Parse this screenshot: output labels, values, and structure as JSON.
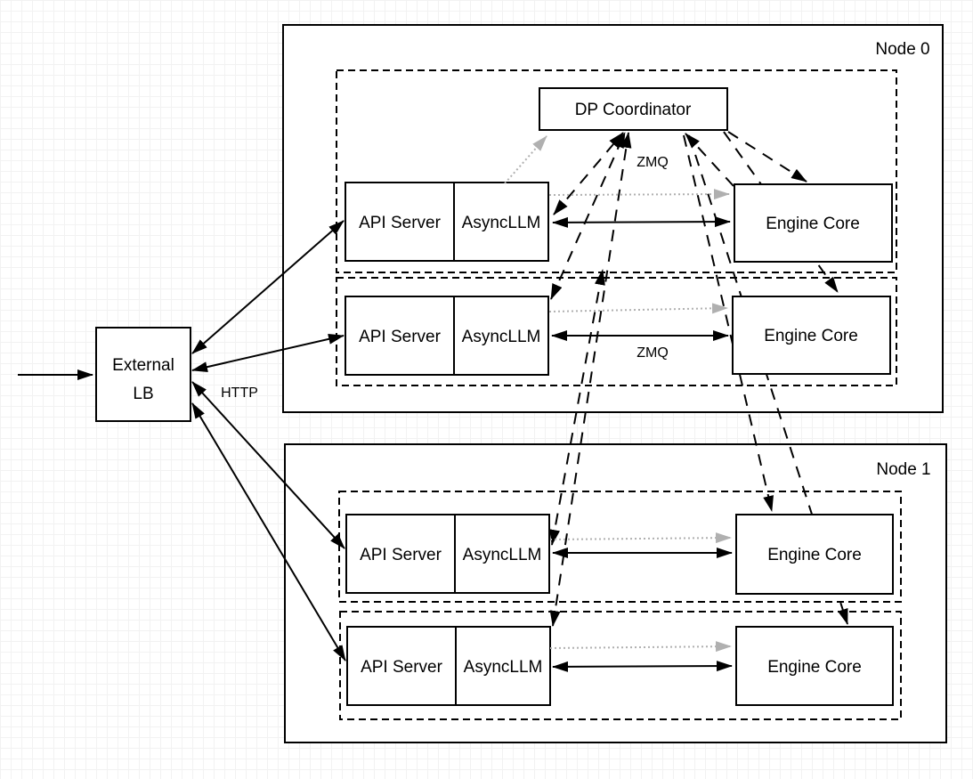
{
  "diagram": {
    "node0_label": "Node 0",
    "node1_label": "Node 1",
    "dp_coordinator_label": "DP Coordinator",
    "external_lb_line1": "External",
    "external_lb_line2": "LB",
    "http_label": "HTTP",
    "zmq_label_coordinator": "ZMQ",
    "zmq_label_engine": "ZMQ",
    "rows": [
      {
        "api_server": "API Server",
        "asyncllm": "AsyncLLM",
        "engine_core": "Engine Core"
      },
      {
        "api_server": "API Server",
        "asyncllm": "AsyncLLM",
        "engine_core": "Engine Core"
      },
      {
        "api_server": "API Server",
        "asyncllm": "AsyncLLM",
        "engine_core": "Engine Core"
      },
      {
        "api_server": "API Server",
        "asyncllm": "AsyncLLM",
        "engine_core": "Engine Core"
      }
    ],
    "colors": {
      "line": "#000000",
      "dotted_gray": "#b0b0b0",
      "box_fill": "#ffffff",
      "grid": "#f2f2f2"
    }
  }
}
